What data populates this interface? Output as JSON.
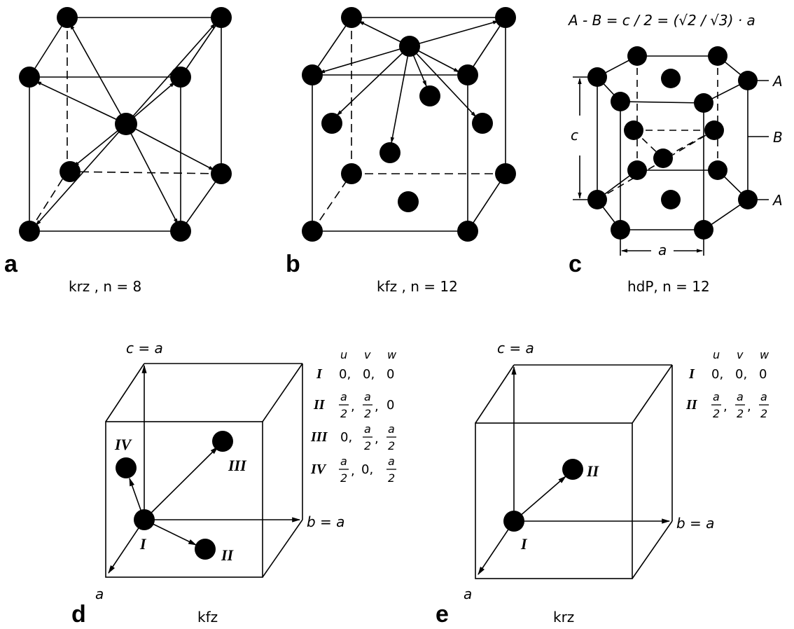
{
  "panels": {
    "a": {
      "letter": "a",
      "caption": "krz , n = 8"
    },
    "b": {
      "letter": "b",
      "caption": "kfz , n = 12"
    },
    "c": {
      "letter": "c",
      "caption": "hdP, n = 12",
      "formula": "A - B = c / 2 = (√2 / √3) · a",
      "layer_labels": [
        "A",
        "B",
        "A"
      ],
      "dim_c": "c",
      "dim_a": "a"
    },
    "d": {
      "letter": "d",
      "caption": "kfz",
      "axis_c": "c = a",
      "axis_b": "b = a",
      "axis_a": "a",
      "atom_labels": [
        "I",
        "II",
        "III",
        "IV"
      ],
      "table_headers": [
        "u",
        "v",
        "w"
      ],
      "table_rows": [
        {
          "id": "I",
          "u": "0,",
          "v": "0,",
          "w": "0"
        },
        {
          "id": "II",
          "u": "a/2,",
          "v": "a/2,",
          "w": "0"
        },
        {
          "id": "III",
          "u": "0,",
          "v": "a/2,",
          "w": "a/2"
        },
        {
          "id": "IV",
          "u": "a/2,",
          "v": "0,",
          "w": "a/2"
        }
      ],
      "frac_num": "a",
      "frac_den": "2"
    },
    "e": {
      "letter": "e",
      "caption": "krz",
      "axis_c": "c = a",
      "axis_b": "b = a",
      "axis_a": "a",
      "atom_labels": [
        "I",
        "II"
      ],
      "table_headers": [
        "u",
        "v",
        "w"
      ],
      "table_rows": [
        {
          "id": "I",
          "u": "0,",
          "v": "0,",
          "w": "0"
        },
        {
          "id": "II",
          "u": "a/2,",
          "v": "a/2,",
          "w": "a/2"
        }
      ]
    }
  }
}
